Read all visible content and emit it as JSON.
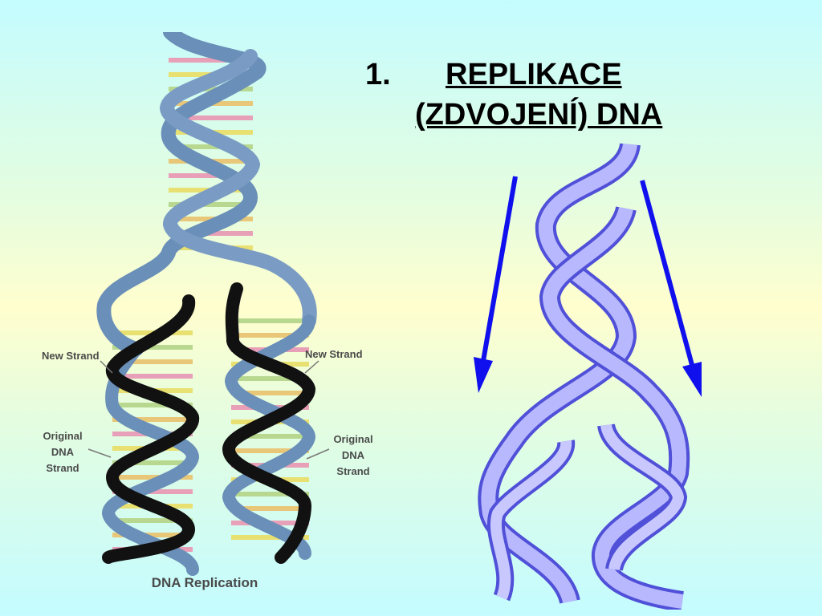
{
  "slide": {
    "number": "1.",
    "title_line1": "REPLIKACE",
    "title_line2": "(ZDVOJENÍ) DNA"
  },
  "figure": {
    "label_new_strand_left": "New Strand",
    "label_new_strand_right": "New Strand",
    "label_original_left": [
      "Original",
      "DNA",
      "Strand"
    ],
    "label_original_right": [
      "Original",
      "DNA",
      "Strand"
    ],
    "caption": "DNA Replication"
  },
  "colors": {
    "background_top": "#c4fcff",
    "background_middle": "#fffece",
    "original_strand": "#6a8fb8",
    "new_strand": "#111111",
    "arrow": "#1010ee",
    "ribbon": "#b8b8ff"
  }
}
